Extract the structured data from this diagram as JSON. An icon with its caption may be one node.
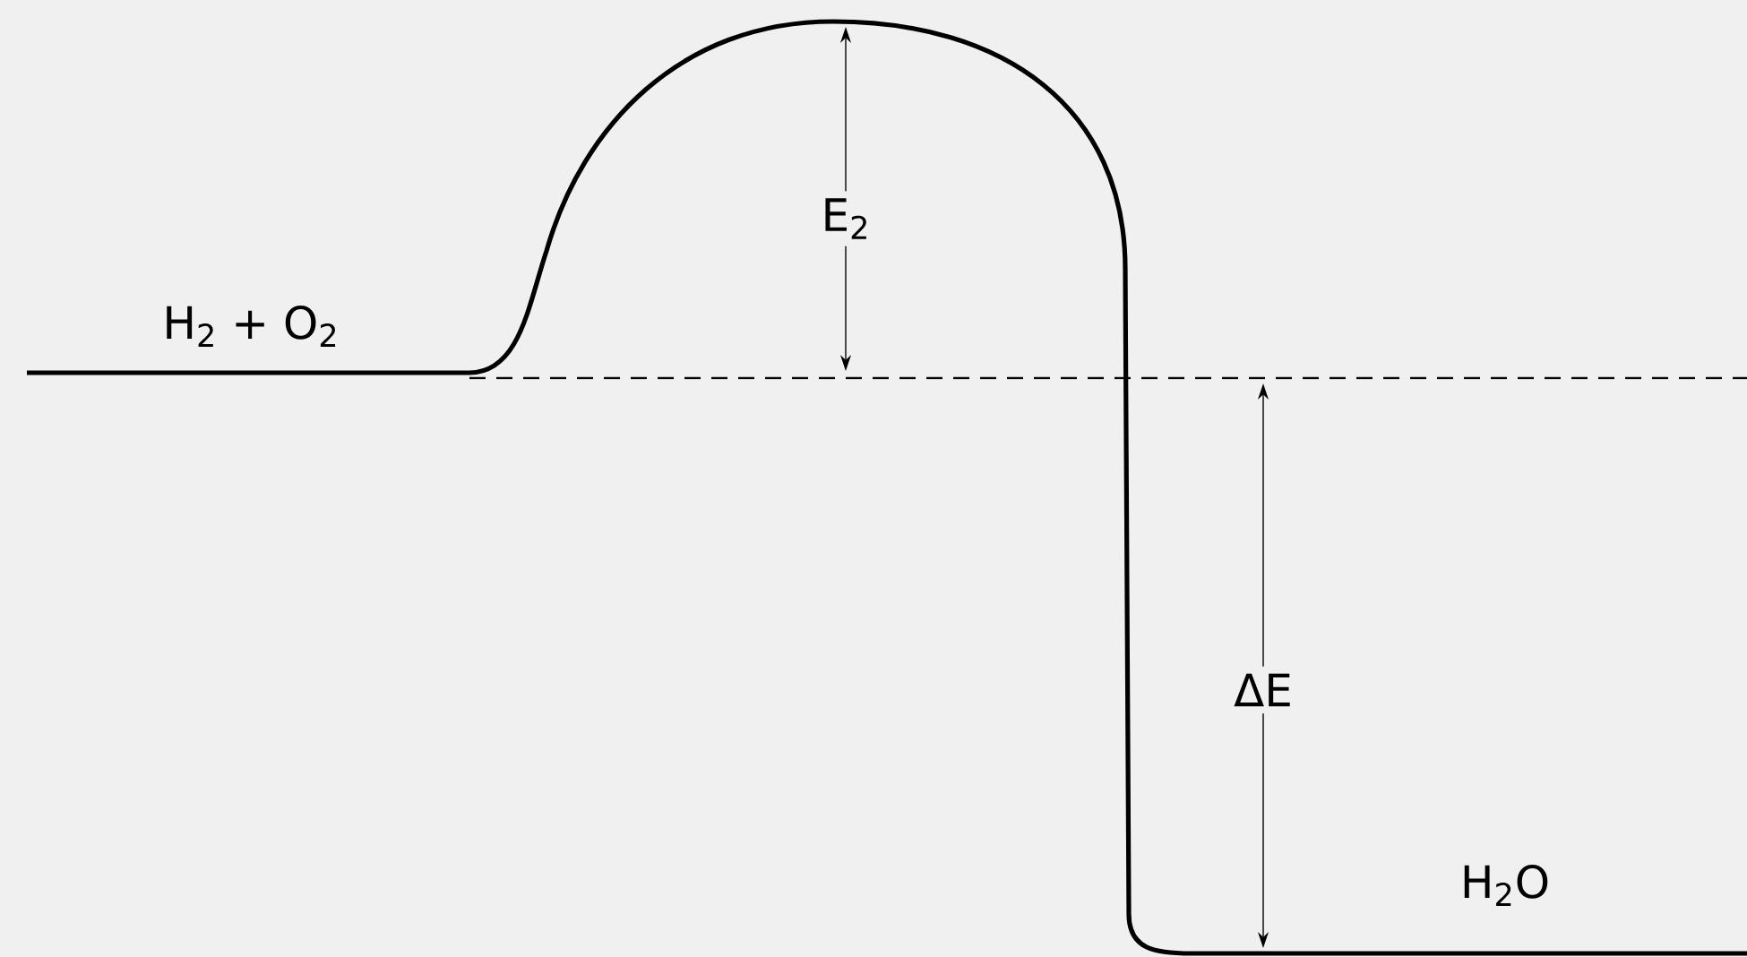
{
  "diagram": {
    "labels": [
      "H$_{2}$ + O$_{2}$",
      "E$_{2}$",
      "ΔE",
      "H$_{2}$O"
    ]
  }
}
